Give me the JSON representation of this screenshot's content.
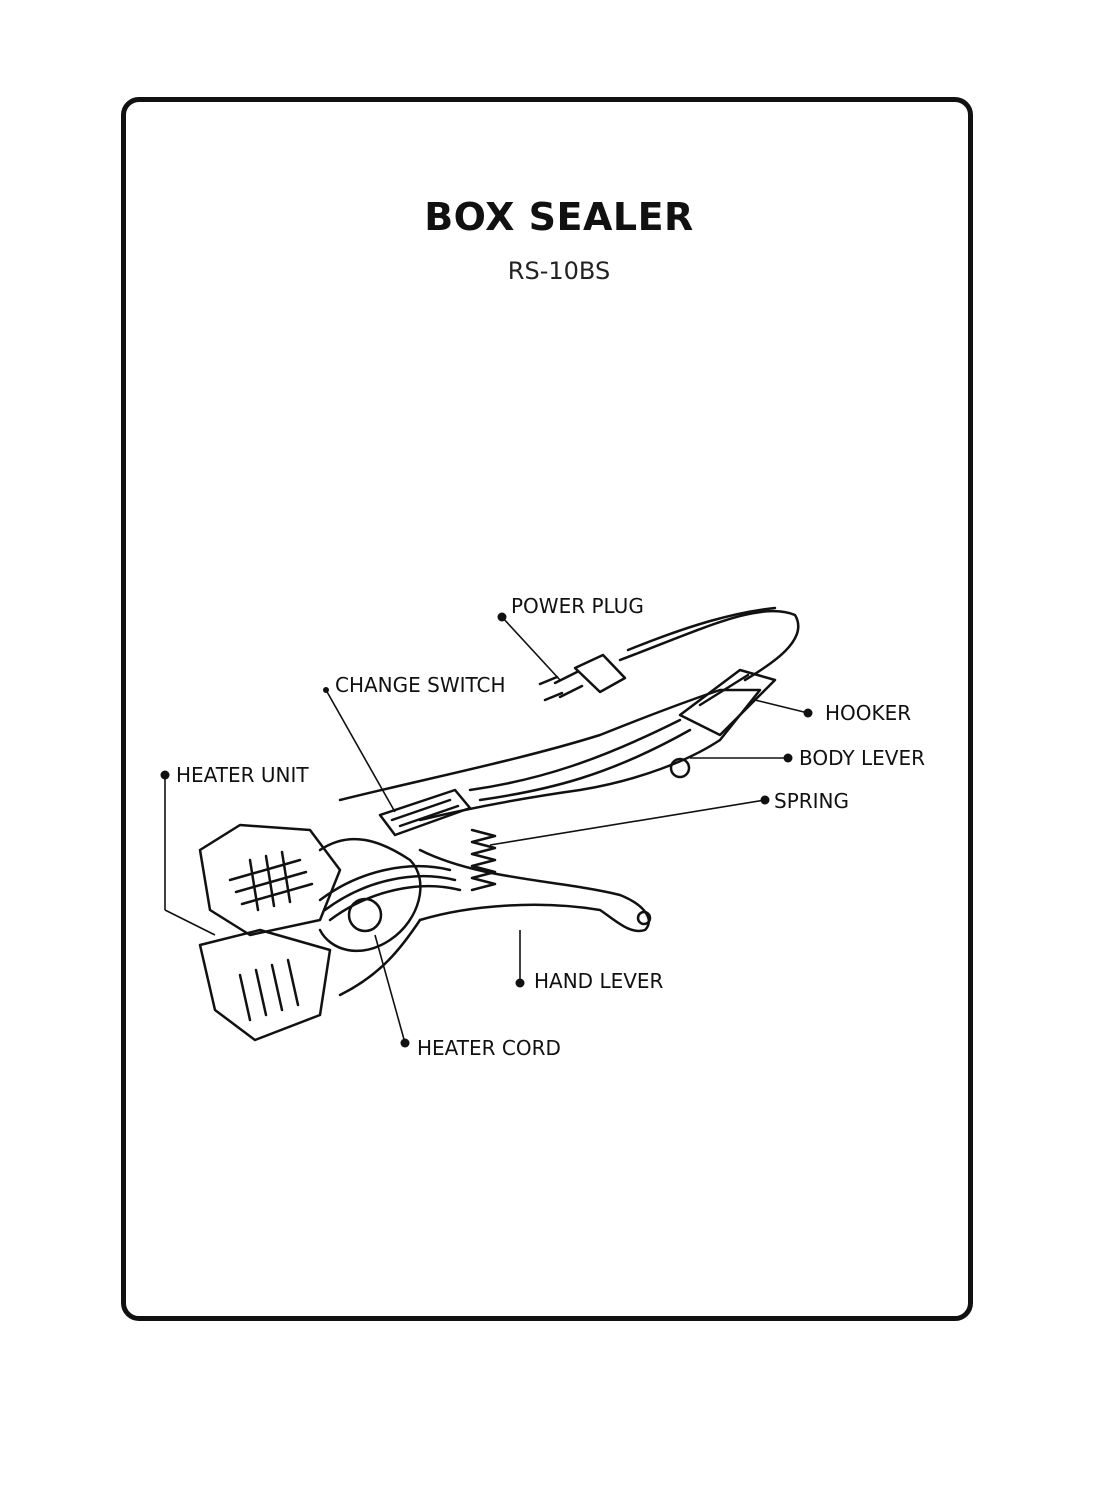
{
  "title": "BOX SEALER",
  "model": "RS-10BS",
  "labels": {
    "power_plug": "POWER PLUG",
    "change_switch": "CHANGE SWITCH",
    "hooker": "HOOKER",
    "heater_unit": "HEATER UNIT",
    "body_lever": "BODY LEVER",
    "spring": "SPRING",
    "hand_lever": "HAND LEVER",
    "heater_cord": "HEATER CORD"
  }
}
